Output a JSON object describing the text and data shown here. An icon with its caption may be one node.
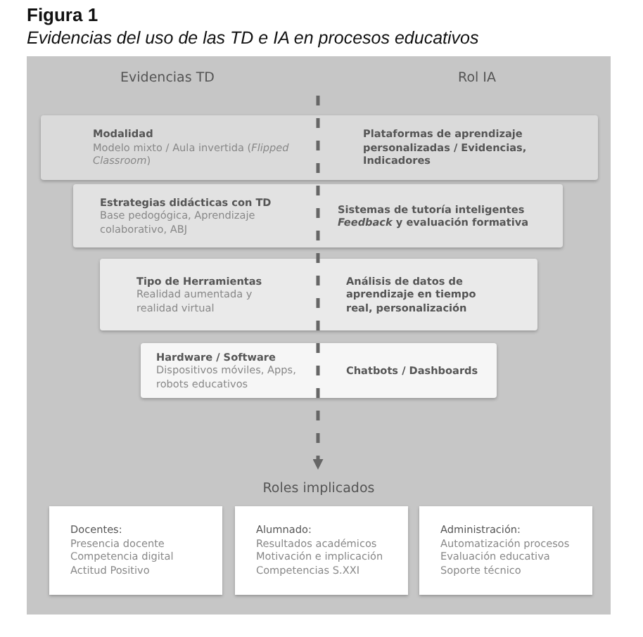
{
  "diagram": {
    "title": "Figura 1",
    "caption": "Evidencias del uso de las TD e IA en procesos educativos",
    "nodes": [
      {
        "text": [
          "Evidencias TD",
          "Rol IA"
        ]
      },
      {
        "text": [
          "Modalidad",
          "Modelo mixto / Aula invertida (*Flipped Classroom*)",
          "Plataformas de aprendizaje personalizadas / Evidencias, Indicadores"
        ],
        "in": 0
      },
      {
        "text": [
          "Estrategias didácticas con TD",
          "Base pedogógica, Aprendizaje colaborativo, ABJ",
          "Sistemas de tutoría inteligentes",
          "*Feedback* y evaluación formativa"
        ],
        "in": 0
      },
      {
        "text": [
          "Tipo de Herramientas",
          "Realidad aumentada y realidad virtual",
          "Análisis de datos de aprendizaje en tiempo real, personalización"
        ],
        "in": 0
      },
      {
        "text": [
          "Hardware / Software",
          "Dispositivos móviles, Apps, robots educativos",
          "Chatbots / Dashboards"
        ],
        "in": 0
      },
      {
        "text": [
          "Roles implicados"
        ],
        "in": 0
      },
      {
        "text": [
          "Docentes:",
          "Presencia docente",
          "Competencia digital",
          "Actitud Positivo"
        ],
        "in": 0
      },
      {
        "text": [
          "Alumnado:",
          "Resultados académicos",
          "Motivación e implicación",
          "Competencias S.XXI"
        ],
        "in": 0
      },
      {
        "text": [
          "Administración:",
          "Automatización procesos",
          "Evaluación educativa",
          "Soporte técnico"
        ],
        "in": 0
      }
    ],
    "edges": [
      {
        "from": null,
        "to": 5,
        "arrow": "to",
        "style": "dashed"
      }
    ]
  }
}
